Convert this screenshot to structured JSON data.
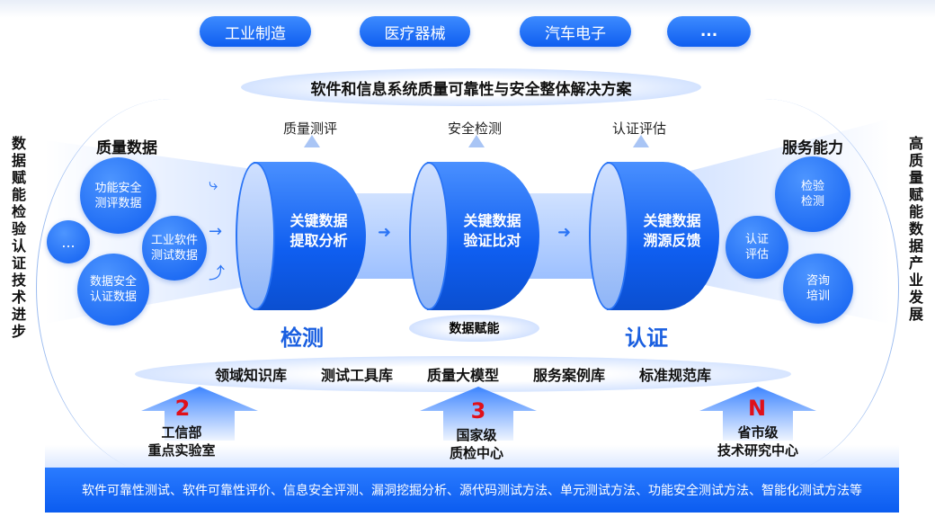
{
  "industries": [
    "工业制造",
    "医疗器械",
    "汽车电子",
    "..."
  ],
  "title": "软件和信息系统质量可靠性与安全整体解决方案",
  "outputs": [
    "质量测评",
    "安全检测",
    "认证评估"
  ],
  "left_side": "数据赋能检验认证技术进步",
  "right_side": "高质量赋能数据产业发展",
  "quality_data": {
    "heading": "质量数据",
    "items": [
      "功能安全\n测评数据",
      "工业软件\n测试数据",
      "数据安全\n认证数据",
      "..."
    ]
  },
  "services": {
    "heading": "服务能力",
    "items": [
      "检验\n检测",
      "认证\n评估",
      "咨询\n培训"
    ]
  },
  "cylinders": [
    "关键数据\n提取分析",
    "关键数据\n验证比对",
    "关键数据\n溯源反馈"
  ],
  "detect": "检测",
  "certify": "认证",
  "empower": "数据赋能",
  "knowledge": [
    "领域知识库",
    "测试工具库",
    "质量大模型",
    "服务案例库",
    "标准规范库"
  ],
  "labs": [
    {
      "num": "2",
      "label": "工信部\n重点实验室"
    },
    {
      "num": "3",
      "label": "国家级\n质检中心"
    },
    {
      "num": "N",
      "label": "省市级\n技术研究中心"
    }
  ],
  "bottom": "软件可靠性测试、软件可靠性评价、信息安全评测、漏洞挖掘分析、源代码测试方法、单元测试方法、功能安全测试方法、智能化测试方法等"
}
